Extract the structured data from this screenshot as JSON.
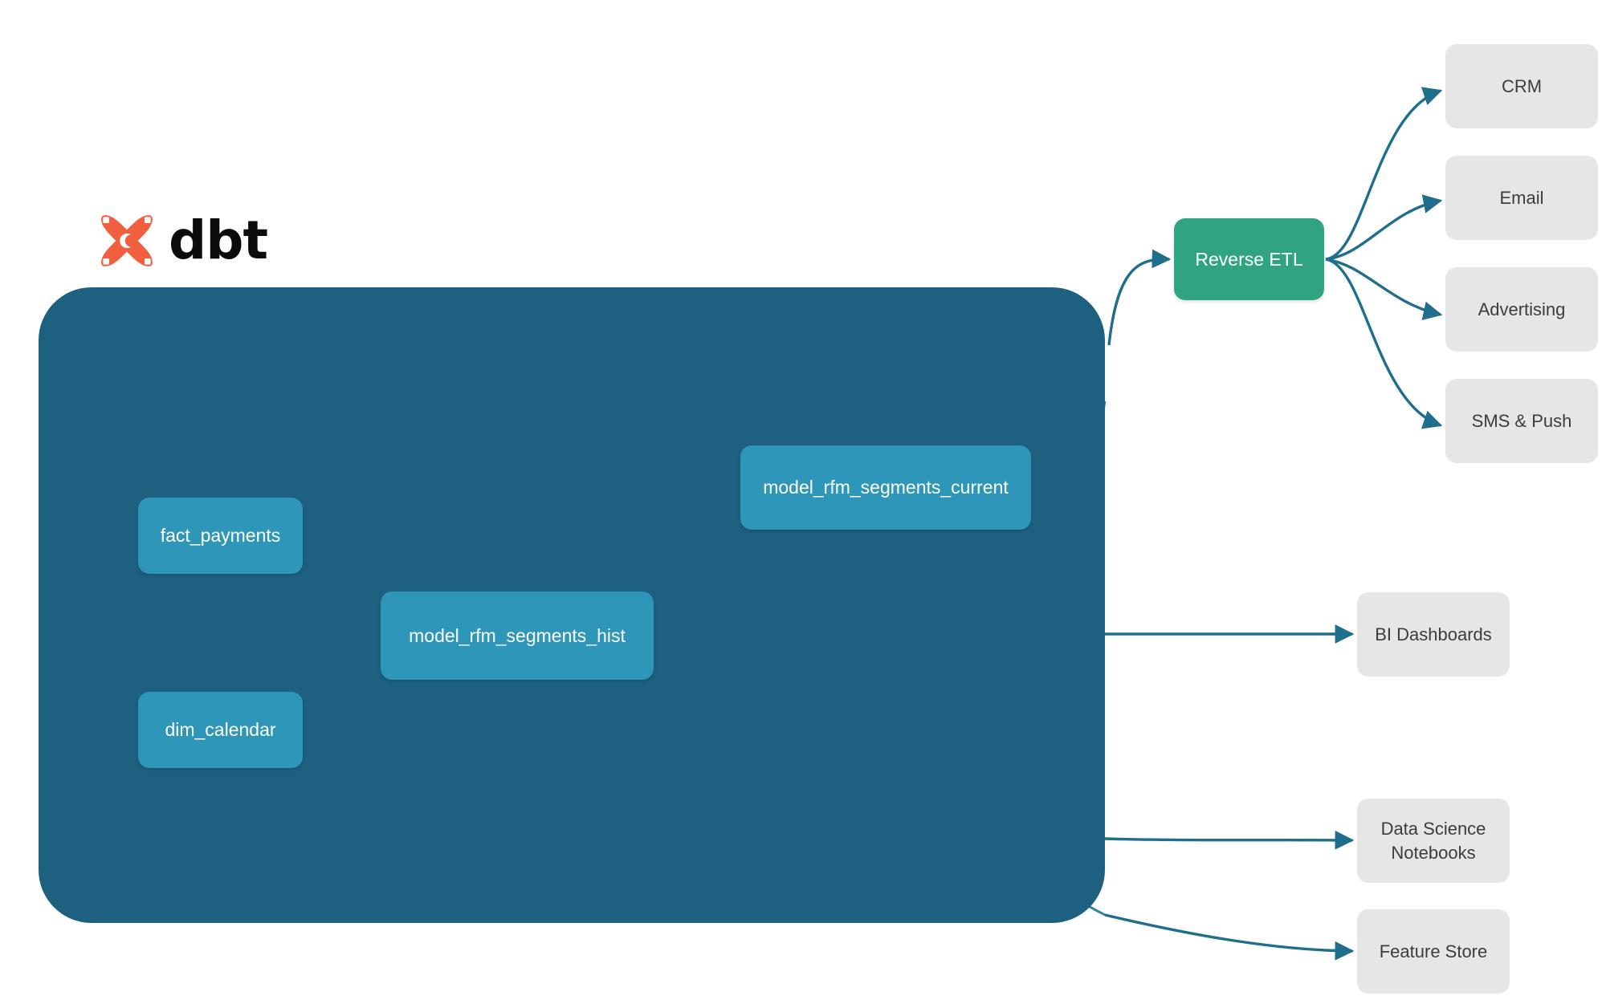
{
  "diagram": {
    "title": "dbt RFM segmentation lineage and activation flow",
    "colors": {
      "background": "#ffffff",
      "dbt_container": "#1d607f",
      "model_node": "#2e96b8",
      "reverse_etl": "#30a481",
      "destination": "#e6e6e6",
      "edge_outer": "#1f6e8c",
      "edge_inner": "#2f86a8",
      "dbt_logo_mark": "#f0603f",
      "dbt_logo_text": "#0b0b0b",
      "node_text": "#ffffff",
      "destination_text": "#3c3c3c"
    },
    "brand": {
      "logo_icon": "dbt-logo-icon",
      "wordmark": "dbt"
    },
    "models": [
      {
        "id": "fact_payments",
        "label": "fact_payments"
      },
      {
        "id": "dim_calendar",
        "label": "dim_calendar"
      },
      {
        "id": "model_rfm_segments_hist",
        "label": "model_rfm_segments_hist"
      },
      {
        "id": "model_rfm_segments_current",
        "label": "model_rfm_segments_current"
      }
    ],
    "reverse_etl": {
      "label": "Reverse ETL"
    },
    "activation_destinations": [
      {
        "id": "crm",
        "label": "CRM"
      },
      {
        "id": "email",
        "label": "Email"
      },
      {
        "id": "advertising",
        "label": "Advertising"
      },
      {
        "id": "sms_push",
        "label": "SMS & Push"
      }
    ],
    "analytics_destinations": [
      {
        "id": "bi_dashboards",
        "label": "BI Dashboards"
      },
      {
        "id": "data_science_notebooks",
        "label": "Data Science\nNotebooks"
      },
      {
        "id": "feature_store",
        "label": "Feature Store"
      }
    ],
    "edges": [
      {
        "from": "fact_payments",
        "to": "model_rfm_segments_hist"
      },
      {
        "from": "dim_calendar",
        "to": "model_rfm_segments_hist"
      },
      {
        "from": "model_rfm_segments_hist",
        "to": "model_rfm_segments_current"
      },
      {
        "from": "model_rfm_segments_current",
        "to": "reverse_etl"
      },
      {
        "from": "reverse_etl",
        "to": "crm"
      },
      {
        "from": "reverse_etl",
        "to": "email"
      },
      {
        "from": "reverse_etl",
        "to": "advertising"
      },
      {
        "from": "reverse_etl",
        "to": "sms_push"
      },
      {
        "from": "model_rfm_segments_hist",
        "to": "bi_dashboards"
      },
      {
        "from": "model_rfm_segments_hist",
        "to": "data_science_notebooks"
      },
      {
        "from": "model_rfm_segments_hist",
        "to": "feature_store"
      }
    ]
  }
}
